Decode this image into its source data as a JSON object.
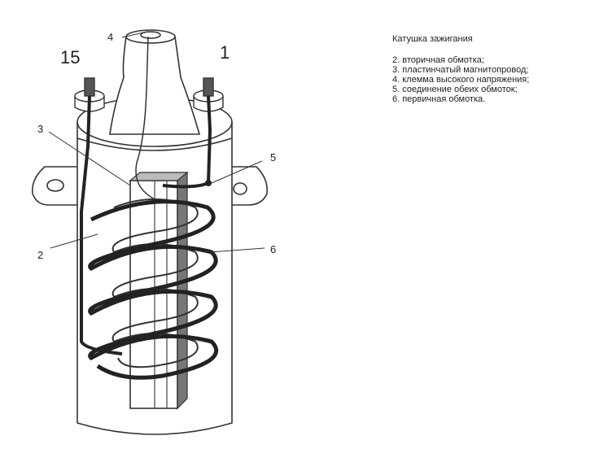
{
  "legend": {
    "title": "Катушка зажигания",
    "items": [
      "2. вторичная обмотка;",
      "3. пластинчатый магнитопровод;",
      "4. клемма высокого напряжения;",
      "5. соединение обеих обмоток;",
      "6. первичная обмотка."
    ]
  },
  "callouts": {
    "terminal_left": "15",
    "terminal_right": "1",
    "c2": "2",
    "c3": "3",
    "c4": "4",
    "c5": "5",
    "c6": "6"
  }
}
